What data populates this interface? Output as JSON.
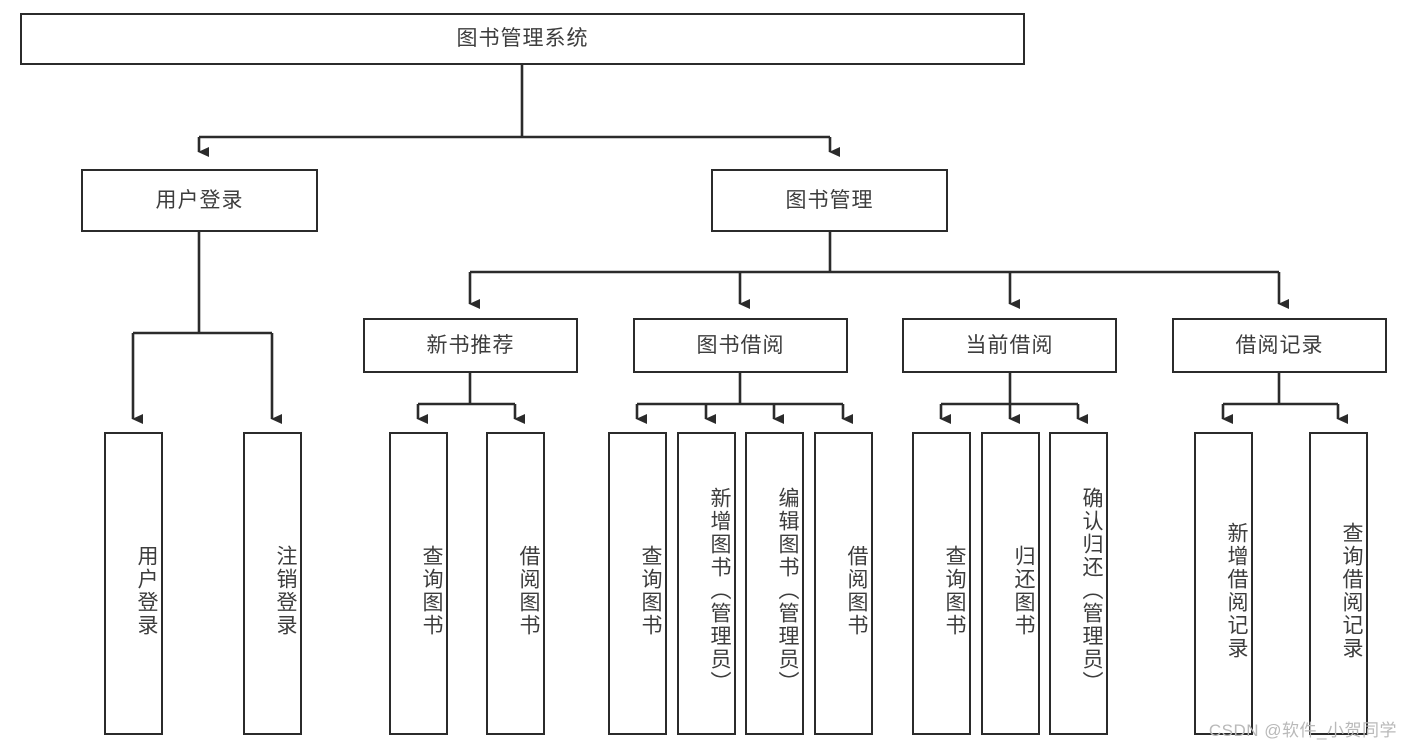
{
  "diagram": {
    "title": "图书管理系统",
    "type": "tree-hierarchy",
    "watermark": "CSDN @软件_小贺同学",
    "colors": {
      "box_border": "#2b2b2b",
      "box_fill": "#ffffff",
      "text": "#3d3d3d",
      "edge": "#2b2b2b",
      "watermark": "#b9b9b9",
      "background": "#ffffff"
    },
    "levels": {
      "root": {
        "label": "图书管理系统"
      },
      "level2": [
        {
          "label": "用户登录"
        },
        {
          "label": "图书管理"
        }
      ],
      "level3": [
        {
          "label": "新书推荐"
        },
        {
          "label": "图书借阅"
        },
        {
          "label": "当前借阅"
        },
        {
          "label": "借阅记录"
        }
      ],
      "leaves": {
        "user_login": [
          {
            "label": "用户登录"
          },
          {
            "label": "注销登录"
          }
        ],
        "new_book_recommend": [
          {
            "label": "查询图书"
          },
          {
            "label": "借阅图书"
          }
        ],
        "book_borrow": [
          {
            "label": "查询图书"
          },
          {
            "label": "新增图书（管理员）"
          },
          {
            "label": "编辑图书（管理员）"
          },
          {
            "label": "借阅图书"
          }
        ],
        "current_borrow": [
          {
            "label": "查询图书"
          },
          {
            "label": "归还图书"
          },
          {
            "label": "确认归还（管理员）"
          }
        ],
        "borrow_records": [
          {
            "label": "新增借阅记录"
          },
          {
            "label": "查询借阅记录"
          }
        ]
      }
    }
  }
}
